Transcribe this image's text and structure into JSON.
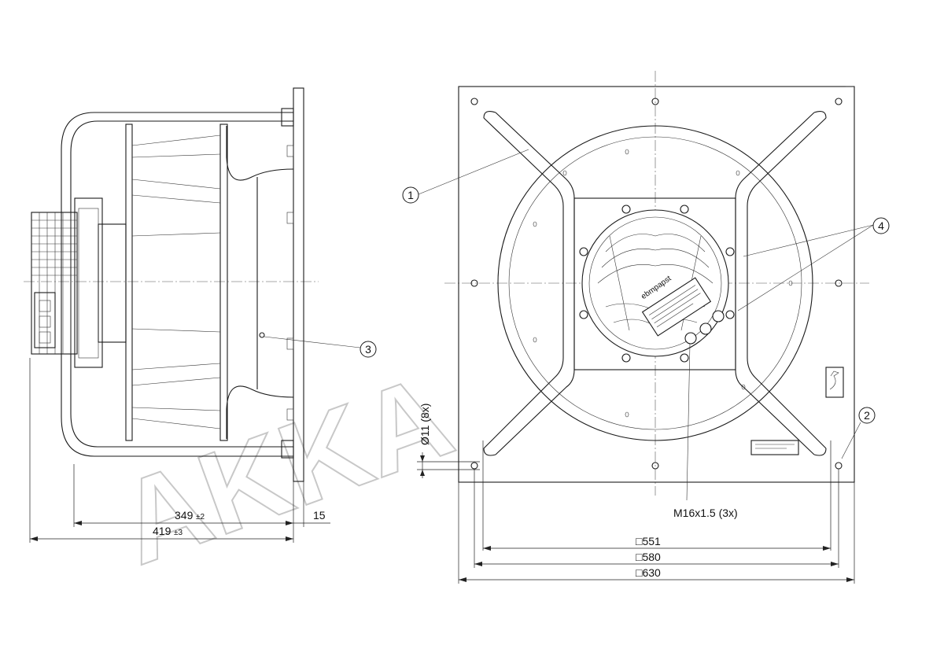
{
  "watermark": "AKKA",
  "callouts": [
    "1",
    "2",
    "3",
    "4"
  ],
  "dimensions": {
    "side_inner": "349",
    "side_inner_tol": "±2",
    "side_total": "419",
    "side_total_tol": "±3",
    "flange": "15",
    "hole": "Ø11 (8x)",
    "thread": "M16x1.5 (3x)",
    "sq_551": "□551",
    "sq_580": "□580",
    "sq_630": "□630"
  },
  "brand_label": "ebmpapst"
}
